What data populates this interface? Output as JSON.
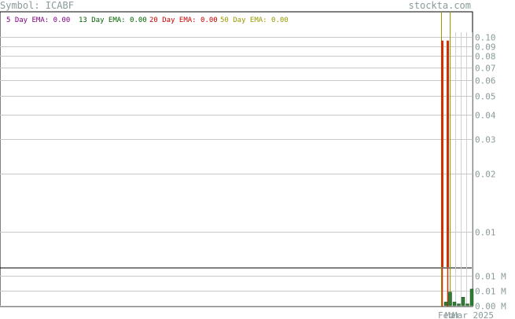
{
  "header": {
    "symbol_label": "Symbol: ICABF",
    "site": "stockta.com"
  },
  "legend": [
    {
      "label": "5 Day EMA: 0.00",
      "color": "#800080"
    },
    {
      "label": "13 Day EMA: 0.00",
      "color": "#006400"
    },
    {
      "label": "20 Day EMA: 0.00",
      "color": "#cc0000"
    },
    {
      "label": "50 Day EMA: 0.00",
      "color": "#999900"
    }
  ],
  "chart_data": {
    "type": "bar",
    "title": "Symbol: ICABF",
    "price_axis": {
      "scale": "log",
      "ticks": [
        {
          "label": "0.10",
          "value": 0.1
        },
        {
          "label": "0.09",
          "value": 0.09
        },
        {
          "label": "0.08",
          "value": 0.08
        },
        {
          "label": "0.07",
          "value": 0.07
        },
        {
          "label": "0.06",
          "value": 0.06
        },
        {
          "label": "0.05",
          "value": 0.05
        },
        {
          "label": "0.04",
          "value": 0.04
        },
        {
          "label": "0.03",
          "value": 0.03
        },
        {
          "label": "0.02",
          "value": 0.02
        },
        {
          "label": "0.01",
          "value": 0.01
        }
      ],
      "ylim": [
        0.0066,
        0.106
      ]
    },
    "volume_axis": {
      "ticks": [
        {
          "label": "0.01 M",
          "value": 0.01
        },
        {
          "label": "0.01 M",
          "value": 0.005
        },
        {
          "label": "0.00 M",
          "value": 0.0
        }
      ],
      "ylim": [
        0,
        0.012
      ]
    },
    "x_labels": [
      "Feb",
      "Mar",
      "Mar 2025"
    ],
    "price_bars": [
      {
        "index": 0,
        "high": 0.096,
        "low": 0.0066,
        "color": "#cc3300"
      },
      {
        "index": 1,
        "high": 0.096,
        "low": 0.0066,
        "color": "#cc3300"
      }
    ],
    "volume_bars": [
      0.0012,
      0.0045,
      0.0012,
      0.0006,
      0.0028,
      0.0006,
      0.0055
    ],
    "ema_lines": [
      {
        "name": "50 Day EMA",
        "color": "#999900"
      }
    ]
  }
}
